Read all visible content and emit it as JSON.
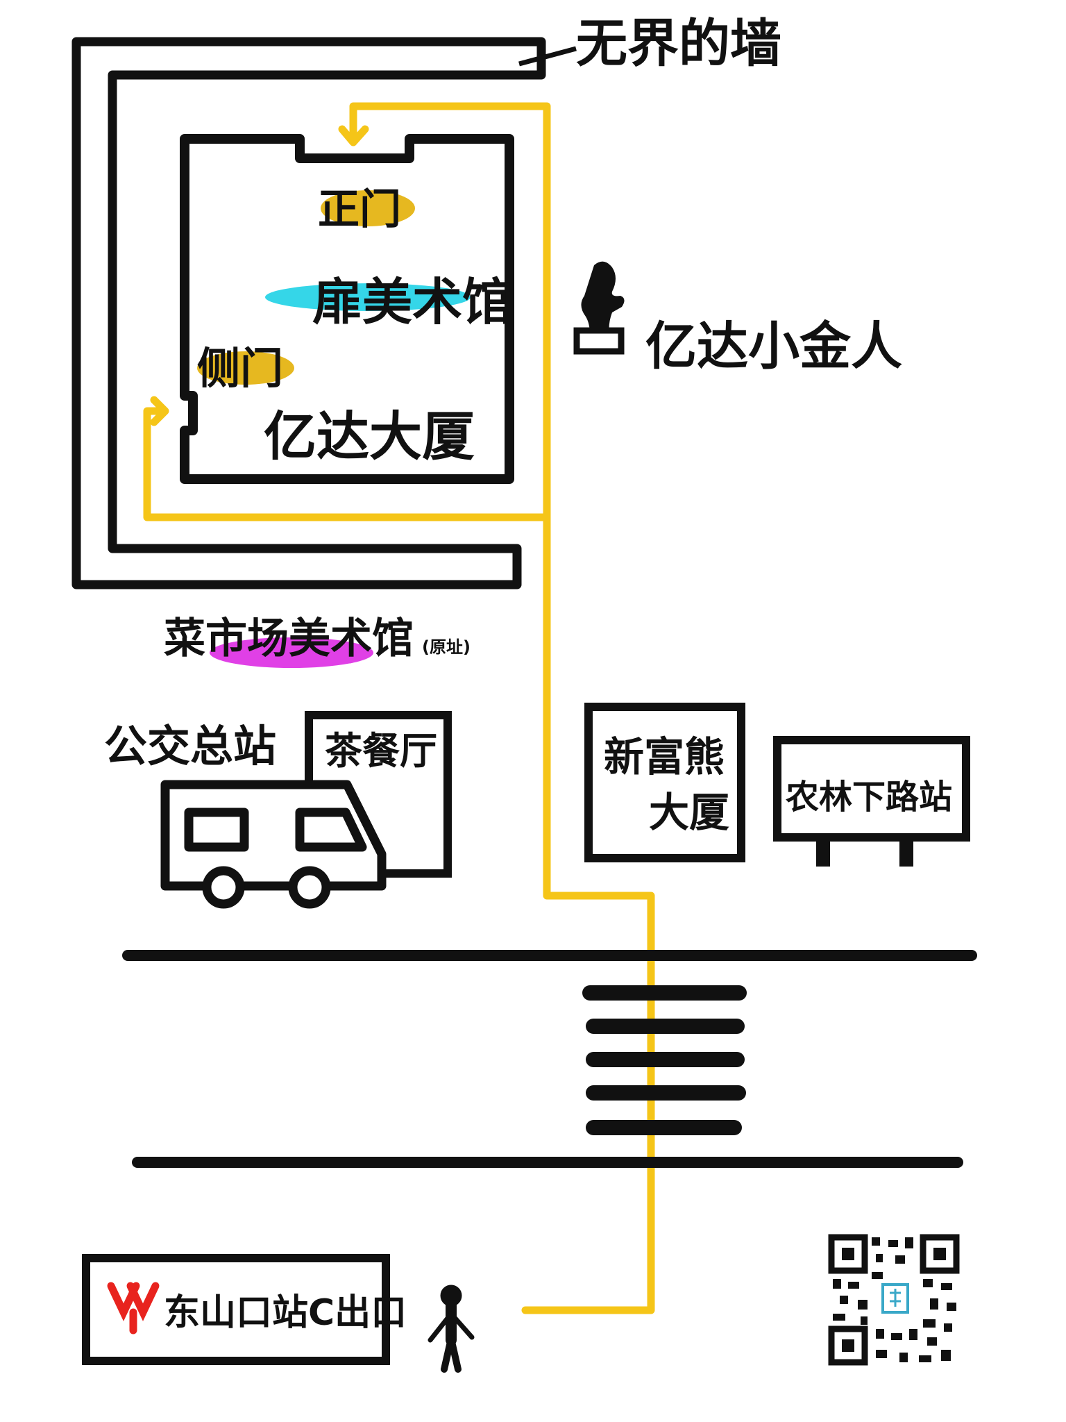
{
  "colors": {
    "route": "#f5c518",
    "ink": "#111111",
    "highlight_entrance": "#e6b820",
    "highlight_yi": "#35d6e8",
    "highlight_market": "#e040e6",
    "metro_logo": "#e8231e",
    "qr_accent": "#3aa8c8"
  },
  "labels": {
    "outer_wall": "无界的墙",
    "main_gate": "正门",
    "yi_gallery": "扉美术馆",
    "side_gate": "侧门",
    "yida_building": "亿达大厦",
    "sculpture": "亿达小金人",
    "market_gallery": "菜市场美术馆",
    "market_gallery_note": "(原址)",
    "bus_terminal": "公交总站",
    "tea_restaurant": "茶餐厅",
    "xinfuxiong_line1": "新富熊",
    "xinfuxiong_line2": "大厦",
    "nonglin_stop": "农林下路站",
    "metro_exit": "东山口站C出口"
  },
  "icons": {
    "metro": "metro-logo-icon",
    "person": "person-icon",
    "statue": "statue-icon",
    "bus": "bus-icon",
    "qr": "qr-code-icon"
  }
}
